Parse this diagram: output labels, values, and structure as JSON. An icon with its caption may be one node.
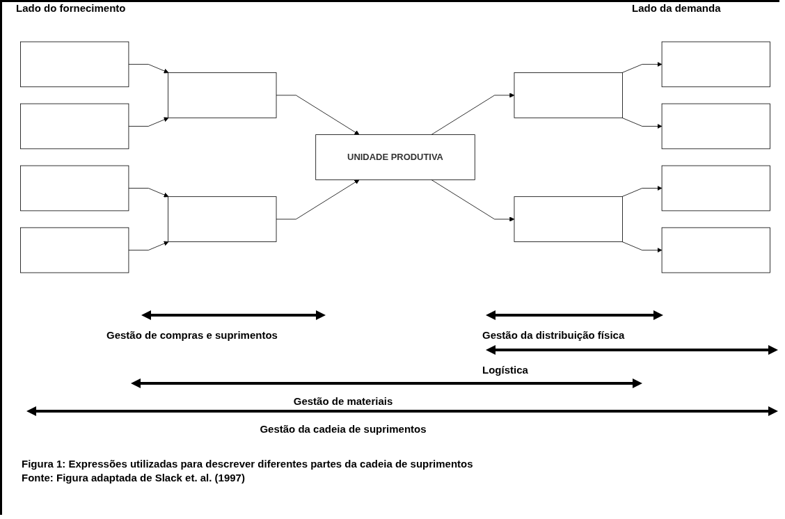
{
  "diagram": {
    "caption": "Figura 1: Expressões utilizadas para descrever diferentes partes da cadeia de suprimentos",
    "nodes": [
      {
        "text": [],
        "shape": "box"
      },
      {
        "text": [],
        "shape": "box"
      },
      {
        "text": [],
        "shape": "box"
      },
      {
        "text": [],
        "shape": "box"
      },
      {
        "text": [],
        "shape": "box"
      },
      {
        "text": [],
        "shape": "box"
      },
      {
        "text": [
          "UNIDADE PRODUTIVA"
        ]
      },
      {
        "text": [],
        "shape": "box"
      },
      {
        "text": [],
        "shape": "box"
      },
      {
        "text": [],
        "shape": "box"
      },
      {
        "text": [],
        "shape": "box"
      },
      {
        "text": [],
        "shape": "box"
      },
      {
        "text": [],
        "shape": "box"
      }
    ],
    "edges": [
      {
        "from": 0,
        "to": 4,
        "arrow": "to"
      },
      {
        "from": 1,
        "to": 4,
        "arrow": "to"
      },
      {
        "from": 2,
        "to": 5,
        "arrow": "to"
      },
      {
        "from": 3,
        "to": 5,
        "arrow": "to"
      },
      {
        "from": 4,
        "to": 6,
        "arrow": "to"
      },
      {
        "from": 5,
        "to": 6,
        "arrow": "to"
      },
      {
        "from": 6,
        "to": 7,
        "arrow": "to"
      },
      {
        "from": 6,
        "to": 8,
        "arrow": "to"
      },
      {
        "from": 7,
        "to": 9,
        "arrow": "to"
      },
      {
        "from": 7,
        "to": 10,
        "arrow": "to"
      },
      {
        "from": 8,
        "to": 11,
        "arrow": "to"
      },
      {
        "from": 8,
        "to": 12,
        "arrow": "to"
      }
    ],
    "labels": [
      "Lado do fornecimento",
      "Lado da demanda",
      "Gestão de compras e suprimentos",
      "Gestão da distribuição física",
      "Logística",
      "Gestão de materiais",
      "Gestão da cadeia de suprimentos",
      "Fonte: Figura adaptada de Slack et. al. (1997)"
    ]
  }
}
